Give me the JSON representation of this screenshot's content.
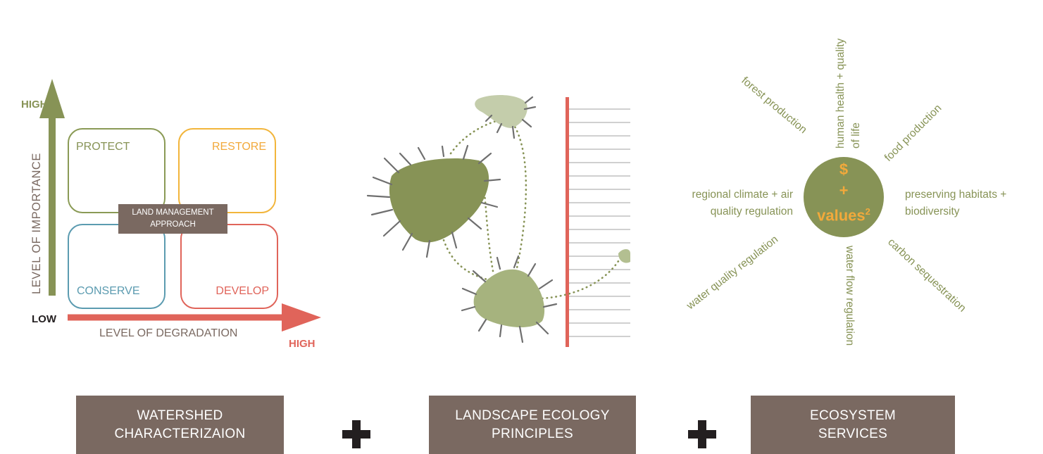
{
  "colors": {
    "olive": "#8a9a55",
    "olive_dark": "#879356",
    "olive_light": "#b3bf91",
    "olive_pale": "#c4cdab",
    "orange": "#f2a93b",
    "red": "#e0645a",
    "teal": "#5b9bb0",
    "brown": "#7a6961",
    "black": "#231f20",
    "grey_line": "#b5b5b5"
  },
  "matrix": {
    "y_axis_label": "LEVEL OF IMPORTANCE",
    "y_high": "HIGH",
    "x_axis_label": "LEVEL OF DEGRADATION",
    "x_high": "HIGH",
    "low": "LOW",
    "quadrants": {
      "protect": "PROTECT",
      "restore": "RESTORE",
      "conserve": "CONSERVE",
      "develop": "DEVELOP"
    },
    "center_line1": "LAND MANAGEMENT",
    "center_line2": "APPROACH"
  },
  "services": {
    "center_symbol": "$",
    "center_plus": "+",
    "center_values": "values",
    "center_sup": "2",
    "spokes": {
      "human_health_1": "human health + quality",
      "human_health_2": "of life",
      "forest": "forest production",
      "food": "food production",
      "climate_1": "regional climate + air",
      "climate_2": "quality regulation",
      "habitats_1": "preserving habitats +",
      "habitats_2": "biodiversity",
      "water_quality": "water quality regulation",
      "water_flow": "water flow regulation",
      "carbon": "carbon sequestration"
    }
  },
  "footer": {
    "box1_line1": "WATERSHED",
    "box1_line2": "CHARACTERIZAION",
    "box2_line1": "LANDSCAPE ECOLOGY",
    "box2_line2": "PRINCIPLES",
    "box3_line1": "ECOSYSTEM",
    "box3_line2": "SERVICES"
  }
}
